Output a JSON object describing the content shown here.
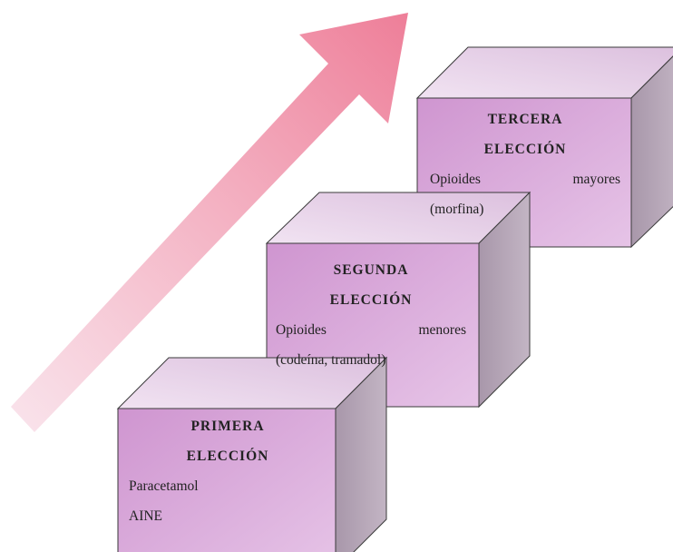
{
  "steps": [
    {
      "title_line1": "PRIMERA",
      "title_line2": "ELECCIÓN",
      "text_line1": "Paracetamol",
      "text_line2": "AINE"
    },
    {
      "title_line1": "SEGUNDA",
      "title_line2": "ELECCIÓN",
      "text_line1_word1": "Opioides",
      "text_line1_word2": "menores",
      "text_line2": "(codeína, tramadol)"
    },
    {
      "title_line1": "TERCERA",
      "title_line2": "ELECCIÓN",
      "text_line1_word1": "Opioides",
      "text_line1_word2": "mayores",
      "text_line2": "(morfina)"
    }
  ],
  "colors": {
    "front": "#d9a9da",
    "front_left": "#cf95d0",
    "top": "#ecd9ee",
    "side": "#b3a4b4",
    "outline": "#3a3a3a",
    "arrow_start": "#f8dce6",
    "arrow_end": "#ee7f99"
  }
}
